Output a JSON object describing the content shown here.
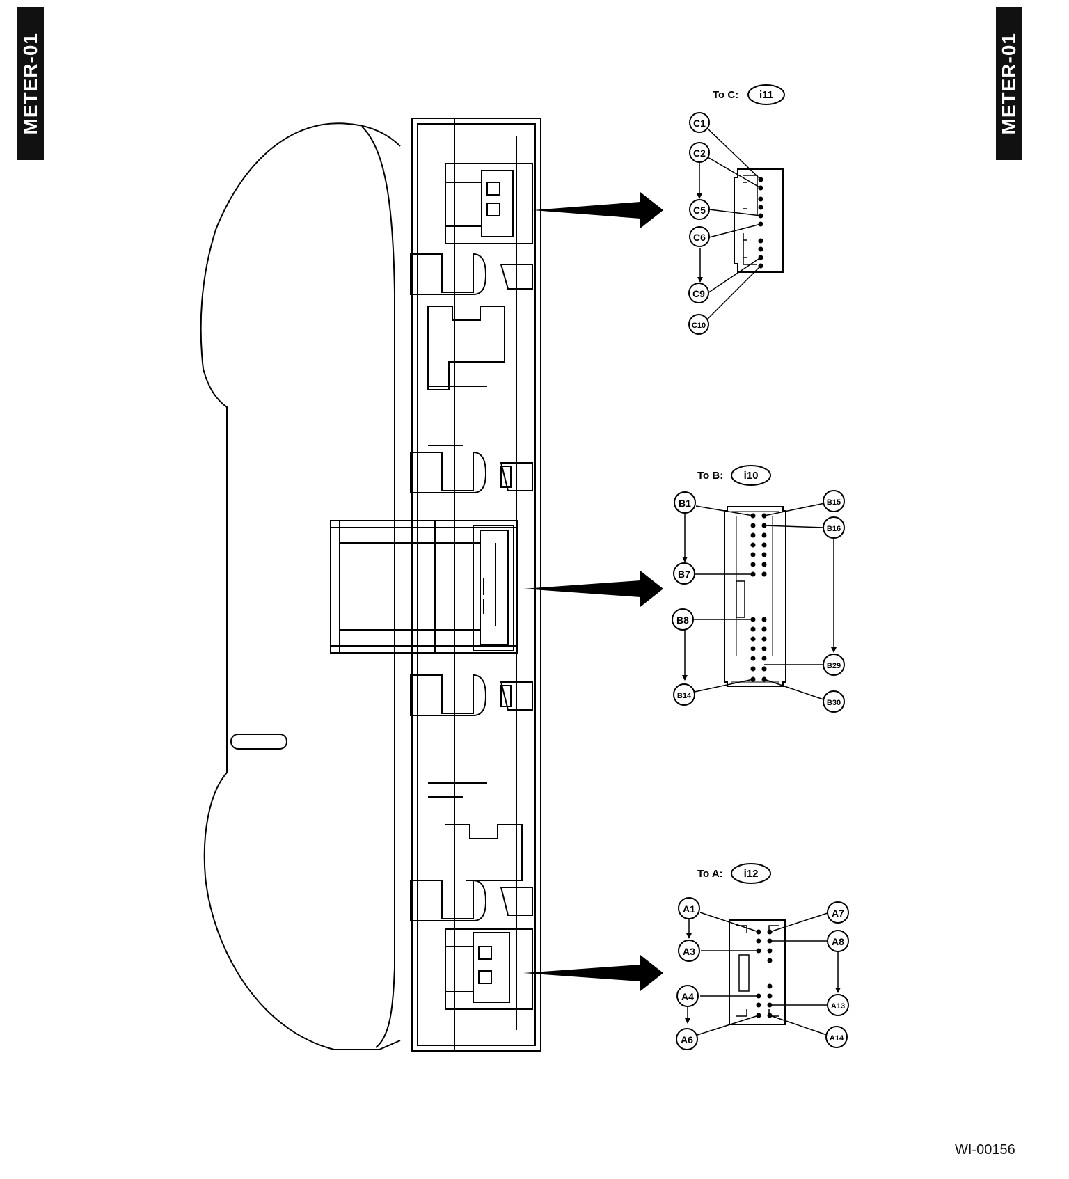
{
  "header": {
    "left_tab": "METER-01",
    "right_tab": "METER-01"
  },
  "figure_code": "WI-00156",
  "connectors": [
    {
      "prefix": "To C:",
      "id": "i11",
      "pins": [
        "C1",
        "C2",
        "C5",
        "C6",
        "C9",
        "C10"
      ]
    },
    {
      "prefix": "To B:",
      "id": "i10",
      "pins": [
        "B1",
        "B7",
        "B8",
        "B14",
        "B15",
        "B16",
        "B29",
        "B30"
      ]
    },
    {
      "prefix": "To A:",
      "id": "i12",
      "pins": [
        "A1",
        "A3",
        "A4",
        "A6",
        "A7",
        "A8",
        "A13",
        "A14"
      ]
    }
  ]
}
